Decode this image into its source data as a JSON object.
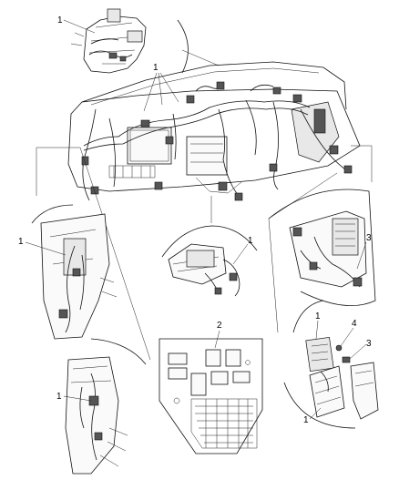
{
  "callouts": {
    "c1_top": "1",
    "c1_dash": "1",
    "c1_left": "1",
    "c1_center": "1",
    "c2_fusebox": "2",
    "c3_right_upper": "3",
    "c1_right": "1",
    "c4_right": "4",
    "c3_right_lower": "3",
    "c1_right_lower": "1",
    "c1_bottom_left": "1"
  },
  "fuse_panel_labels": {
    "relay_a": "",
    "relay_b": "",
    "relay_c": "",
    "relay_d": ""
  }
}
